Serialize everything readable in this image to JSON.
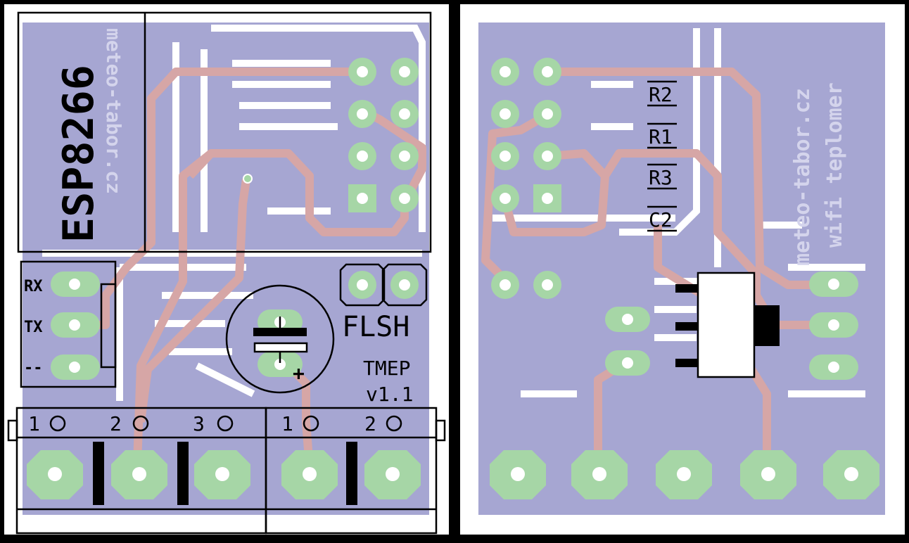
{
  "colors": {
    "background": "#000000",
    "board": "#ffffff",
    "copper_pour": "#a6a6d2",
    "pad": "#a6d6a6",
    "trace": "#d6a6a6",
    "silkscreen": "#000000"
  },
  "left_board": {
    "module_label": "ESP8266",
    "mirrored_text": "meteo-tabor.cz",
    "serial_labels": [
      "RX",
      "TX",
      "--"
    ],
    "flash_label": "FLSH",
    "project_label": "TMEP",
    "version_label": "v1.1",
    "terminal_a_pins": [
      "1",
      "2",
      "3"
    ],
    "terminal_b_pins": [
      "1",
      "2"
    ],
    "capacitor_polarity": "+"
  },
  "right_board": {
    "components": [
      "R2",
      "R1",
      "R3",
      "C2"
    ],
    "brand_line1": "meteo-tabor.cz",
    "brand_line2": "wifi teplomer"
  }
}
